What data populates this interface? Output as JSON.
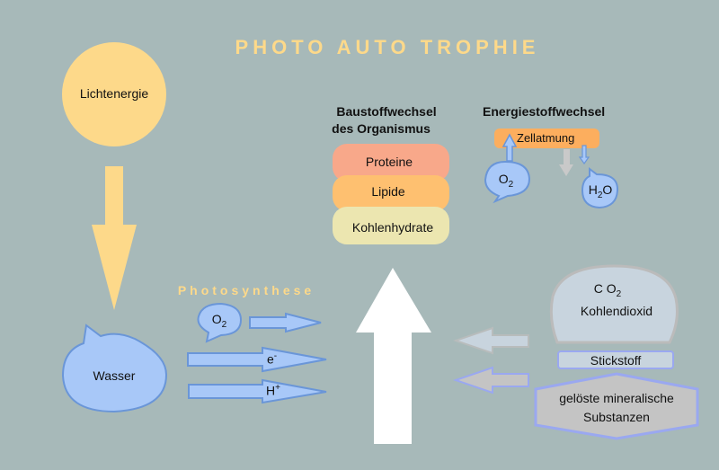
{
  "title": "PHOTO AUTO TROPHIE",
  "light": "Lichtenergie",
  "water": "Wasser",
  "photosynthesis": "Photosynthese",
  "o2": {
    "base": "O",
    "sub": "2"
  },
  "electron": {
    "base": "e",
    "sup": "-"
  },
  "proton": {
    "base": "H",
    "sup": "+"
  },
  "building": {
    "title1": "Baustoffwechsel",
    "title2": "des Organismus",
    "layers": [
      "Proteine",
      "Lipide",
      "Kohlenhydrate"
    ]
  },
  "energy": {
    "title": "Energiestoffwechsel",
    "process": "Zellatmung",
    "o2": {
      "base": "O",
      "sub": "2"
    },
    "h2o": {
      "a": "H",
      "sub": "2",
      "b": "O"
    }
  },
  "co2": {
    "formula": "C O",
    "sub": "2",
    "name": "Kohlendioxid"
  },
  "nitrogen": "Stickstoff",
  "minerals1": "gelöste mineralische",
  "minerals2": "Substanzen",
  "colors": {
    "background": "#a7b9b9",
    "accent": "#fdd98a",
    "blue": "#a8c8f8",
    "blue_stroke": "#6a96d8"
  }
}
